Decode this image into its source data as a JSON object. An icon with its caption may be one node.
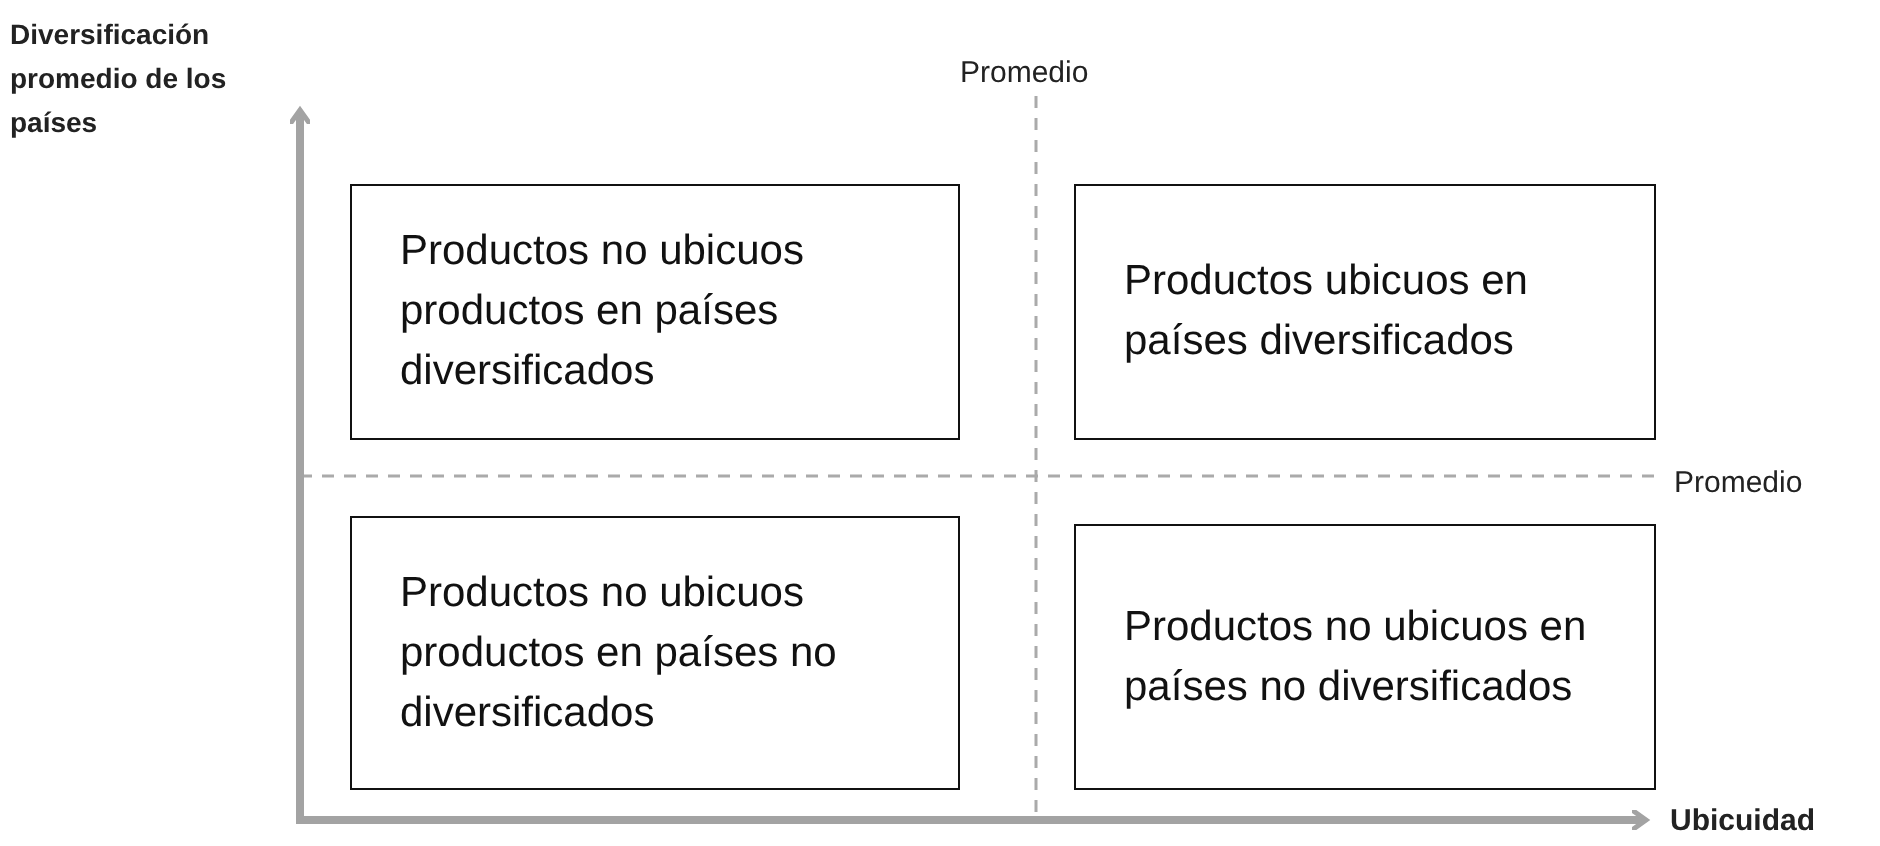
{
  "diagram": {
    "nodes": [
      {
        "text": [
          "Productos no ubicuos productos en países diversificados"
        ]
      },
      {
        "text": [
          "Productos ubicuos en países diversificados"
        ]
      },
      {
        "text": [
          "Productos no ubicuos productos en países no diversificados"
        ]
      },
      {
        "text": [
          "Productos no ubicuos en países no diversificados"
        ]
      }
    ],
    "labels": [
      "Diversificación promedio de los países",
      "Promedio",
      "Promedio",
      "Ubicuidad"
    ]
  }
}
